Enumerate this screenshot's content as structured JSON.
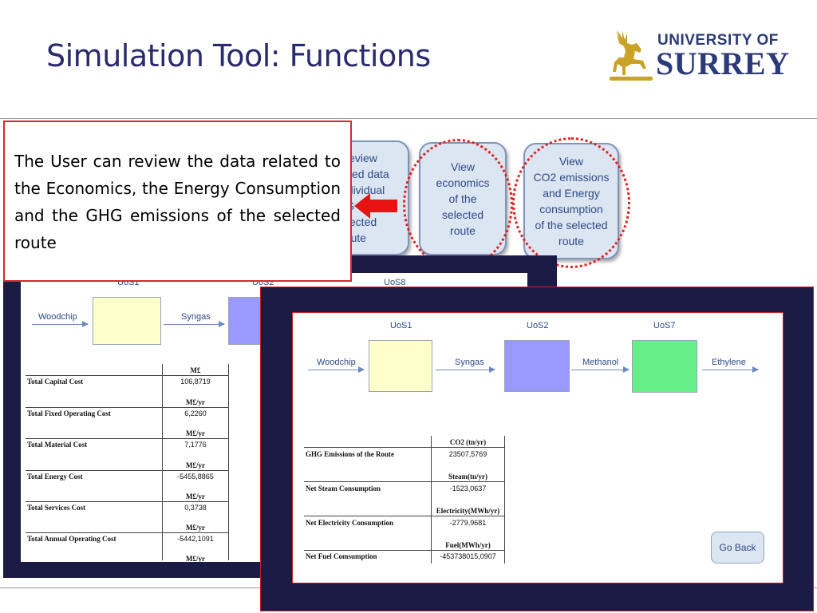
{
  "slide": {
    "title": "Simulation Tool: Functions"
  },
  "logo": {
    "line1": "UNIVERSITY OF",
    "line2": "SURREY",
    "emblem": "stag-icon"
  },
  "callout": {
    "text": "The User can review the data related to the Economics, the Energy Consumption and the GHG emissions of the selected route"
  },
  "buttons": {
    "review_partial": "Review\nailed data\nndividual\noS\nelected\nroute",
    "economics": "View\neconomics\nof the\nselected\nroute",
    "co2": "View\nCO2 emissions\nand Energy\nconsumption\nof the selected\nroute"
  },
  "economics_window": {
    "uos": [
      "UoS1",
      "UoS2",
      "UoS8"
    ],
    "flows": [
      "Woodchip",
      "Syngas"
    ],
    "rows": [
      {
        "label": "Total Capital Cost",
        "unit": "M£",
        "value": "106,8719"
      },
      {
        "label": "Total Fixed Operating Cost",
        "unit": "M£/yr",
        "value": "6,2260"
      },
      {
        "label": "Total Material Cost",
        "unit": "M£/yr",
        "value": "7,1776"
      },
      {
        "label": "Total Energy Cost",
        "unit": "M£/yr",
        "value": "-5455,8865"
      },
      {
        "label": "Total Services Cost",
        "unit": "M£/yr",
        "value": "0,3738"
      },
      {
        "label": "Total Annual Operating Cost",
        "unit": "M£/yr",
        "value": "-5442,1091"
      },
      {
        "label": "",
        "unit": "M£/yr",
        "value": ""
      }
    ]
  },
  "energy_window": {
    "uos": [
      "UoS1",
      "UoS2",
      "UoS7"
    ],
    "flows": [
      "Woodchip",
      "Syngas",
      "Methanol",
      "Ethylene"
    ],
    "rows": [
      {
        "label": "GHG Emissions of the Route",
        "unit": "CO2 (tn/yr)",
        "value": "23507,5769"
      },
      {
        "label": "Net Steam Consumption",
        "unit": "Steam(tn/yr)",
        "value": "-1523,0637"
      },
      {
        "label": "Net Electricity Consumption",
        "unit": "Electricity(MWh/yr)",
        "value": "-2779,9681"
      },
      {
        "label": "Net Fuel Comsumption",
        "unit": "Fuel(MWh/yr)",
        "value": "-453738015,0907"
      }
    ],
    "go_back": "Go Back"
  },
  "colors": {
    "title": "#2a2a6e",
    "panel_dark": "#1b1b45",
    "highlight_red": "#e32020",
    "box_yellow": "#ffffcc",
    "box_blue": "#9999ff",
    "box_green": "#66ee88"
  }
}
